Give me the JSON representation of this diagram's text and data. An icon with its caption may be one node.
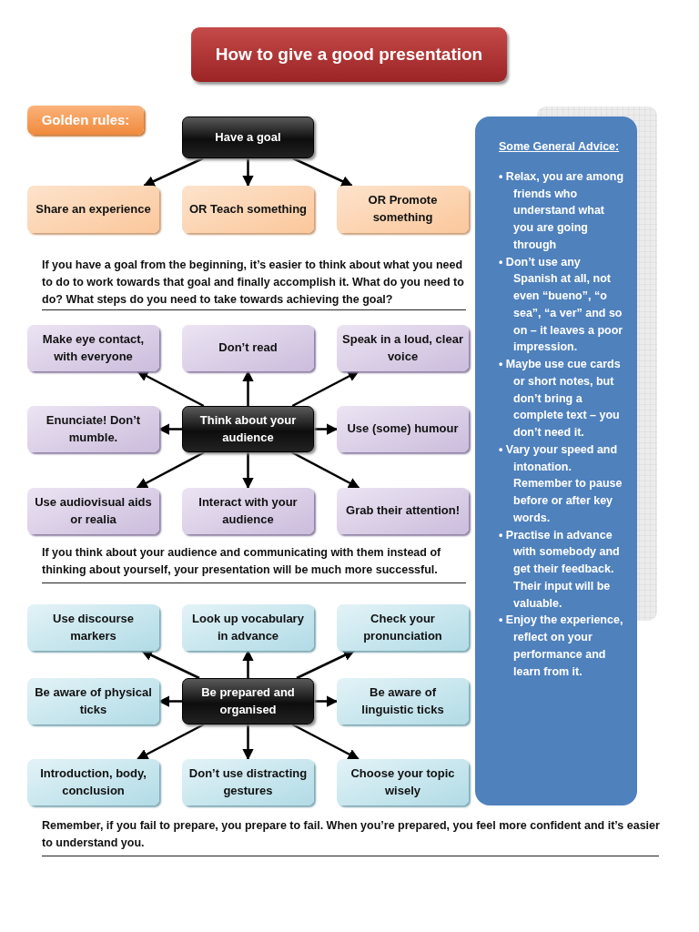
{
  "diagram": {
    "title": "How to give a good presentation",
    "nodes": [
      {
        "text": [
          "Golden rules:"
        ]
      },
      {
        "text": [
          "Have a goal"
        ]
      },
      {
        "text": [
          "Share an experience"
        ]
      },
      {
        "text": [
          "OR Teach something"
        ]
      },
      {
        "text": [
          "OR Promote something"
        ]
      },
      {
        "text": [
          "Think about your audience"
        ]
      },
      {
        "text": [
          "Make eye contact, with everyone"
        ]
      },
      {
        "text": [
          "Don’t read"
        ]
      },
      {
        "text": [
          "Speak in a loud, clear voice"
        ]
      },
      {
        "text": [
          "Enunciate! Don’t mumble."
        ]
      },
      {
        "text": [
          "Use (some) humour"
        ]
      },
      {
        "text": [
          "Use audiovisual aids or realia"
        ]
      },
      {
        "text": [
          "Interact with your audience"
        ]
      },
      {
        "text": [
          "Grab their attention!"
        ]
      },
      {
        "text": [
          "Be prepared and organised"
        ]
      },
      {
        "text": [
          "Use discourse markers"
        ]
      },
      {
        "text": [
          "Look up vocabulary in advance"
        ]
      },
      {
        "text": [
          "Check your pronunciation"
        ]
      },
      {
        "text": [
          "Be aware of physical ticks"
        ]
      },
      {
        "text": [
          "Be aware of linguistic ticks"
        ]
      },
      {
        "text": [
          "Introduction, body, conclusion"
        ]
      },
      {
        "text": [
          "Don’t use distracting gestures"
        ]
      },
      {
        "text": [
          "Choose your topic wisely"
        ]
      },
      {
        "text": [
          "Some General Advice:",
          "• Relax, you are among friends who understand what you are going through",
          "• Don’t use any Spanish at all, not even “bueno”, “o sea”, “a ver” and so on – it leaves a poor impression.",
          "• Maybe use cue cards or short notes, but don’t bring a complete text – you don’t need it.",
          "• Vary your speed and intonation. Remember to pause before or after key words.",
          "• Practise in advance with somebody and get their feedback. Their input will be valuable.",
          "• Enjoy the experience, reflect on your performance and learn from it."
        ]
      }
    ],
    "edges": [
      {
        "from": 1,
        "to": 2,
        "arrow": "to"
      },
      {
        "from": 1,
        "to": 3,
        "arrow": "to"
      },
      {
        "from": 1,
        "to": 4,
        "arrow": "to"
      },
      {
        "from": 5,
        "to": 6,
        "arrow": "to"
      },
      {
        "from": 5,
        "to": 7,
        "arrow": "to"
      },
      {
        "from": 5,
        "to": 8,
        "arrow": "to"
      },
      {
        "from": 5,
        "to": 9,
        "arrow": "to"
      },
      {
        "from": 5,
        "to": 10,
        "arrow": "to"
      },
      {
        "from": 5,
        "to": 11,
        "arrow": "to"
      },
      {
        "from": 5,
        "to": 12,
        "arrow": "to"
      },
      {
        "from": 5,
        "to": 13,
        "arrow": "to"
      },
      {
        "from": 14,
        "to": 15,
        "arrow": "to"
      },
      {
        "from": 14,
        "to": 16,
        "arrow": "to"
      },
      {
        "from": 14,
        "to": 17,
        "arrow": "to"
      },
      {
        "from": 14,
        "to": 18,
        "arrow": "to"
      },
      {
        "from": 14,
        "to": 19,
        "arrow": "to"
      },
      {
        "from": 14,
        "to": 20,
        "arrow": "to"
      },
      {
        "from": 14,
        "to": 21,
        "arrow": "to"
      },
      {
        "from": 14,
        "to": 22,
        "arrow": "to"
      }
    ],
    "labels": [
      "If you have a goal from the beginning, it’s easier to think about what you need to do to work towards that goal and finally accomplish it. What do you need to do? What steps do you need to take towards achieving the goal?",
      "If you think about your audience and communicating with them instead of thinking about yourself, your presentation will be much more successful.",
      "Remember, if you fail to prepare, you prepare to fail. When you’re prepared, you feel more confident and it’s easier to understand you."
    ]
  }
}
